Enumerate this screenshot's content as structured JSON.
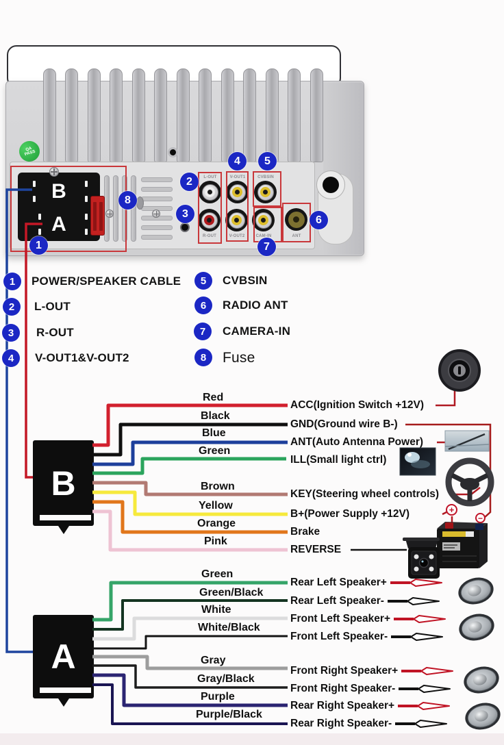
{
  "page": {
    "background": "#fcfbfb",
    "bottom_band_color": "#f3ecee"
  },
  "device": {
    "qa_sticker": {
      "line1": "QA",
      "line2": "PASS"
    },
    "connector_block": {
      "row_b": "B",
      "row_a": "A"
    },
    "jack_labels": {
      "top": [
        "L-OUT",
        "V-OUT1",
        "CVBSIN"
      ],
      "bottom": [
        "R-OUT",
        "V-OUT2",
        "CAM-IN",
        "ANT"
      ]
    },
    "callouts": [
      "1",
      "2",
      "3",
      "4",
      "5",
      "6",
      "7",
      "8"
    ]
  },
  "legend": {
    "items": [
      {
        "num": "1",
        "label": "POWER/SPEAKER CABLE"
      },
      {
        "num": "2",
        "label": "L-OUT"
      },
      {
        "num": "3",
        "label": "R-OUT"
      },
      {
        "num": "4",
        "label": "V-OUT1&V-OUT2"
      },
      {
        "num": "5",
        "label": "CVBSIN"
      },
      {
        "num": "6",
        "label": "RADIO ANT"
      },
      {
        "num": "7",
        "label": "CAMERA-IN"
      },
      {
        "num": "8",
        "label": "Fuse"
      }
    ]
  },
  "harness_b": {
    "box_label": "B",
    "wires": [
      {
        "color_name": "Red",
        "hex": "#d2202e",
        "function": "ACC(Ignition Switch +12V)"
      },
      {
        "color_name": "Black",
        "hex": "#101010",
        "function": "GND(Ground wire B-)"
      },
      {
        "color_name": "Blue",
        "hex": "#1d3f9b",
        "function": "ANT(Auto Antenna Power)"
      },
      {
        "color_name": "Green",
        "hex": "#2ba45d",
        "function": "ILL(Small light ctrl)"
      },
      {
        "color_name": "Brown",
        "hex": "#b27a73",
        "function": "KEY(Steering wheel controls)"
      },
      {
        "color_name": "Yellow",
        "hex": "#f6e93c",
        "function": "B+(Power Supply +12V)"
      },
      {
        "color_name": "Orange",
        "hex": "#e1761b",
        "function": "Brake"
      },
      {
        "color_name": "Pink",
        "hex": "#eec3d3",
        "function": "REVERSE"
      }
    ]
  },
  "harness_a": {
    "box_label": "A",
    "wires": [
      {
        "color_name": "Green",
        "hex": "#35a468",
        "function": "Rear Left Speaker+"
      },
      {
        "color_name": "Green/Black",
        "hex": "#143421",
        "function": "Rear Left Speaker-"
      },
      {
        "color_name": "White",
        "hex": "#dcdcdd",
        "function": "Front Left Speaker+"
      },
      {
        "color_name": "White/Black",
        "hex": "#151515",
        "function": "Front Left Speaker-"
      },
      {
        "color_name": "Gray",
        "hex": "#9d9d9d",
        "function": "Front Right Speaker+"
      },
      {
        "color_name": "Gray/Black",
        "hex": "#1d1d1d",
        "function": "Front Right Speaker-"
      },
      {
        "color_name": "Purple",
        "hex": "#2b2472",
        "function": "Rear Right Speaker+"
      },
      {
        "color_name": "Purple/Black",
        "hex": "#1a1553",
        "function": "Rear Right Speaker-"
      }
    ]
  },
  "battery": {
    "plus_symbol": "+",
    "minus_symbol": "−"
  },
  "colors": {
    "callout_blue": "#1b27c4",
    "outline_red": "#c9373a",
    "plus_arrow": "#c01324",
    "minus_arrow": "#101010",
    "left_line_blue": "#1e449e",
    "left_line_red": "#c41826"
  },
  "icons": [
    "qa-pass-sticker",
    "heatsink-fins",
    "fuse",
    "rca-jack",
    "antenna-jack",
    "ignition-switch",
    "car-antenna",
    "headlight",
    "steering-wheel",
    "car-battery",
    "reverse-camera",
    "speaker",
    "plus-arrow",
    "minus-arrow"
  ]
}
